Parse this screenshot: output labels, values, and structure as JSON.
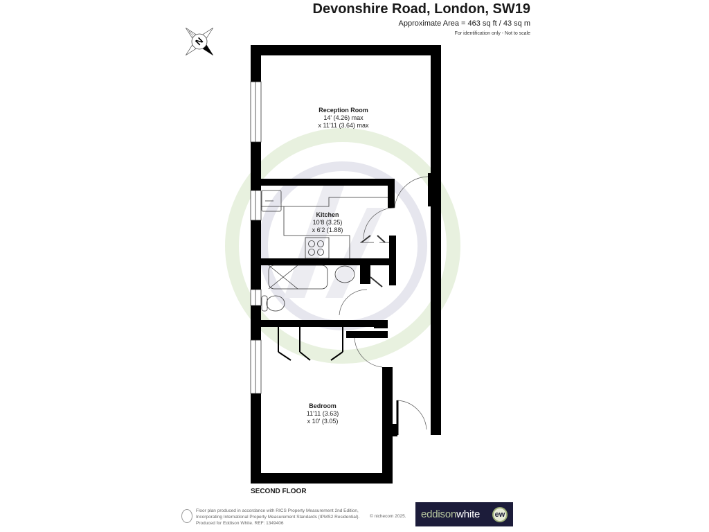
{
  "header": {
    "title": "Devonshire Road, London, SW19",
    "area": "Approximate Area = 463 sq ft / 43 sq m",
    "note": "For identification only - Not to scale"
  },
  "compass": {
    "icon": "compass-north-icon",
    "letter": "N"
  },
  "rooms": [
    {
      "name": "Reception Room",
      "dim1": "14' (4.26) max",
      "dim2": "x 11'11 (3.64) max"
    },
    {
      "name": "Kitchen",
      "dim1": "10'8 (3.25)",
      "dim2": "x 6'2 (1.88)"
    },
    {
      "name": "Bedroom",
      "dim1": "11'11 (3.63)",
      "dim2": "x 10' (3.05)"
    }
  ],
  "floor_label": "SECOND FLOOR",
  "footer": {
    "line1": "Floor plan produced in accordance with RICS Property Measurement 2nd Edition,",
    "line2": "Incorporating International Property Measurement Standards (IPMS2 Residential).",
    "line3": "Produced for Eddison White.   REF:  1349406",
    "copyright": "© nichecom 2025."
  },
  "logo": {
    "part1": "eddison",
    "part2": "white",
    "badge": "ew"
  },
  "colors": {
    "wall": "#000000",
    "watermark_green": "#e6f0dc",
    "watermark_grey": "#e4e4ec",
    "logo_bg": "#1c1c3a"
  }
}
